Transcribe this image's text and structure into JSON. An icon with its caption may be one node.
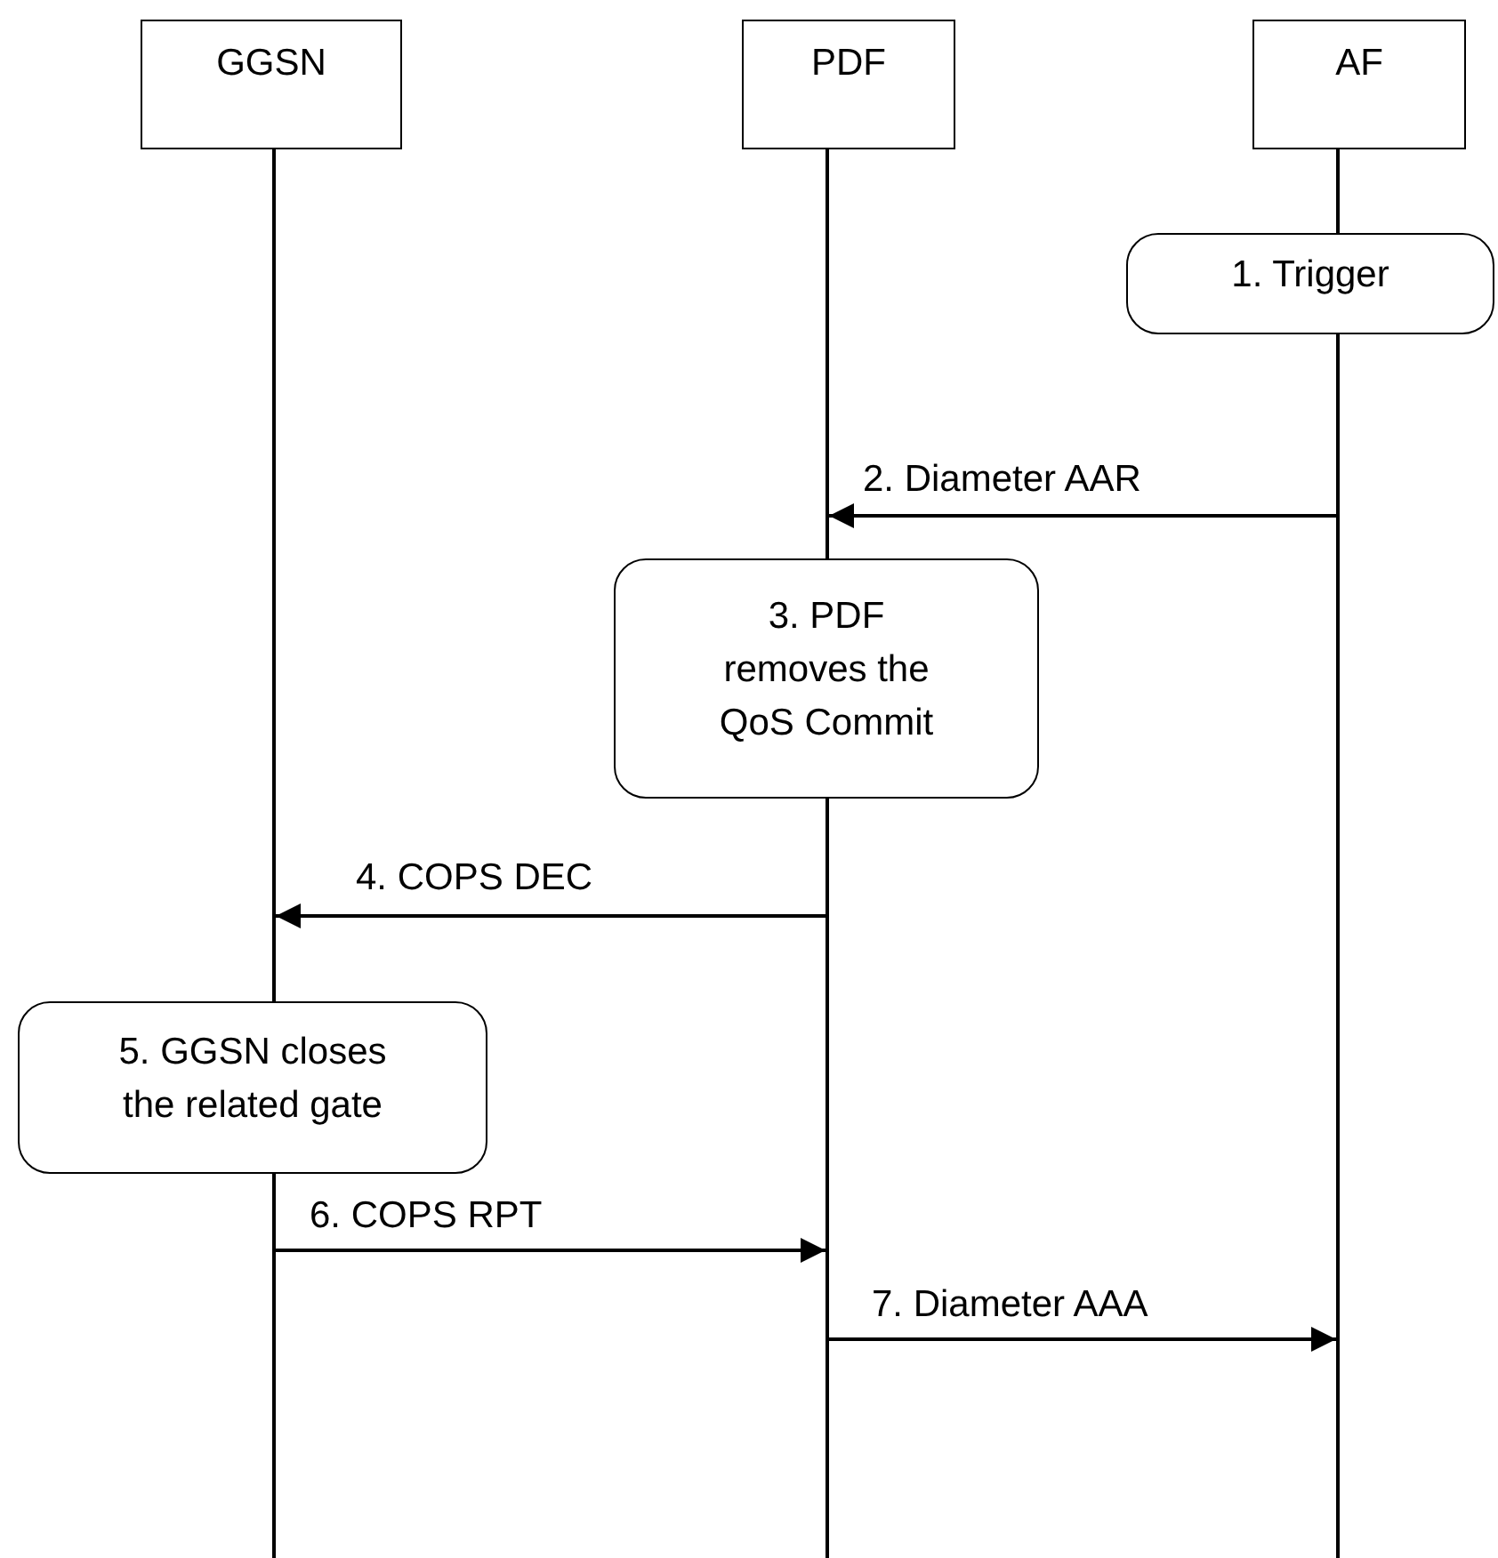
{
  "diagram": {
    "nodes": [
      {
        "text": [
          "GGSN"
        ]
      },
      {
        "text": [
          "PDF"
        ]
      },
      {
        "text": [
          "AF"
        ]
      },
      {
        "text": [
          "1. Trigger"
        ]
      },
      {
        "text": [
          "3. PDF removes the QoS Commit"
        ]
      },
      {
        "text": [
          "5. GGSN closes the related gate"
        ]
      },
      {
        "text": [],
        "shape": "line"
      },
      {
        "text": [],
        "shape": "line"
      },
      {
        "text": [],
        "shape": "line"
      },
      {
        "text": [],
        "shape": "line"
      },
      {
        "text": [],
        "shape": "line"
      },
      {
        "text": [],
        "shape": "line"
      }
    ],
    "edges": [
      {
        "from": 11,
        "to": 8,
        "arrow": "to",
        "label": "2. Diameter AAR"
      },
      {
        "from": 9,
        "to": 6,
        "arrow": "to",
        "label": "4. COPS DEC"
      },
      {
        "from": 7,
        "to": 9,
        "arrow": "to",
        "label": "6. COPS RPT"
      },
      {
        "from": 9,
        "to": 11,
        "arrow": "to",
        "label": "7. Diameter AAA"
      }
    ]
  }
}
